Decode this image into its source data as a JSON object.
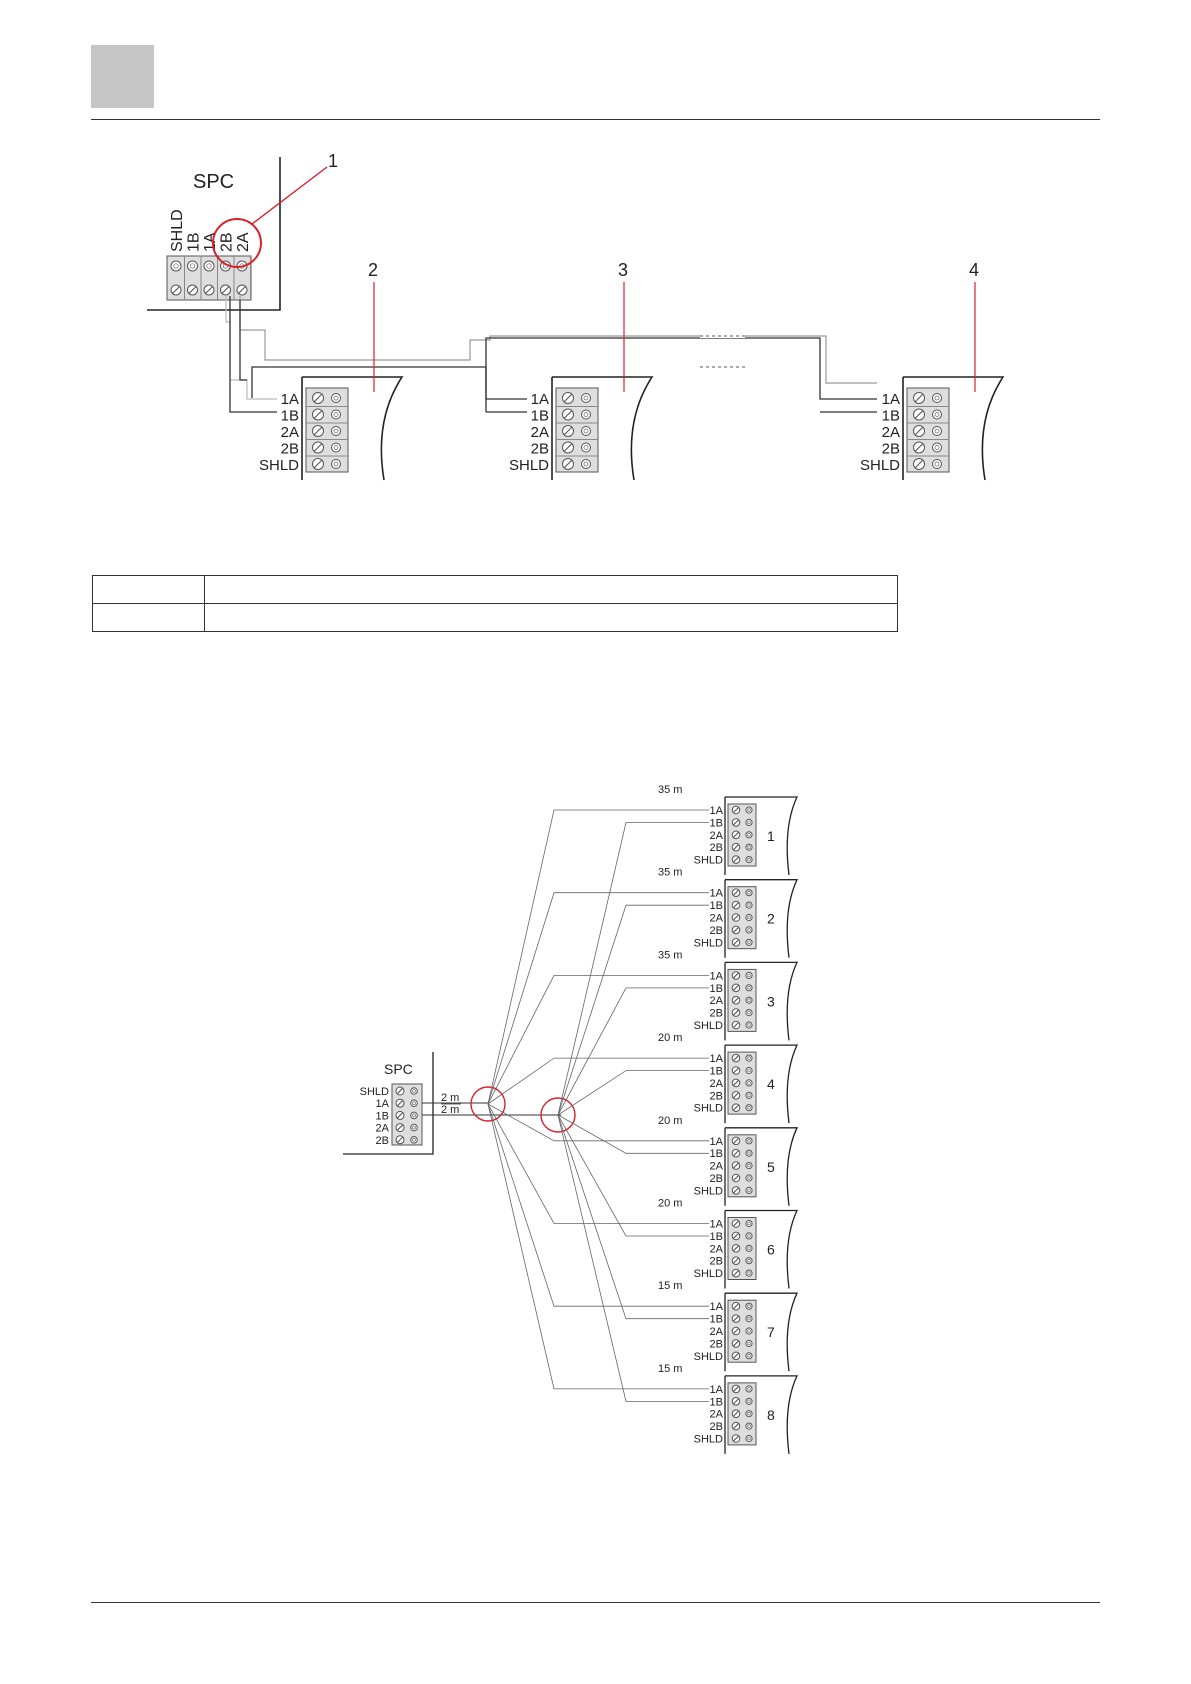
{
  "header": {
    "logo": "grey-square"
  },
  "figure1": {
    "controller_label": "SPC",
    "controller_terminals": [
      "SHLD",
      "1B",
      "1A",
      "2B",
      "2A"
    ],
    "device_terminals": [
      "1A",
      "1B",
      "2A",
      "2B",
      "SHLD"
    ],
    "callouts": [
      "1",
      "2",
      "3",
      "4"
    ]
  },
  "legend_table": {
    "rows": [
      {
        "key": "",
        "value": ""
      },
      {
        "key": "",
        "value": ""
      }
    ]
  },
  "figure2": {
    "controller_label": "SPC",
    "controller_terminals": [
      "SHLD",
      "1A",
      "1B",
      "2A",
      "2B"
    ],
    "trunk_lengths": [
      "2 m",
      "2 m"
    ],
    "device_terminals": [
      "1A",
      "1B",
      "2A",
      "2B",
      "SHLD"
    ],
    "devices": [
      {
        "number": "1",
        "length": "35 m"
      },
      {
        "number": "2",
        "length": "35 m"
      },
      {
        "number": "3",
        "length": "35 m"
      },
      {
        "number": "4",
        "length": "20 m"
      },
      {
        "number": "5",
        "length": "20 m"
      },
      {
        "number": "6",
        "length": "20 m"
      },
      {
        "number": "7",
        "length": "15 m"
      },
      {
        "number": "8",
        "length": "15 m"
      }
    ]
  },
  "colors": {
    "callout_line": "#d9202a",
    "wire": "#333333",
    "terminal_fill": "#dedede"
  }
}
